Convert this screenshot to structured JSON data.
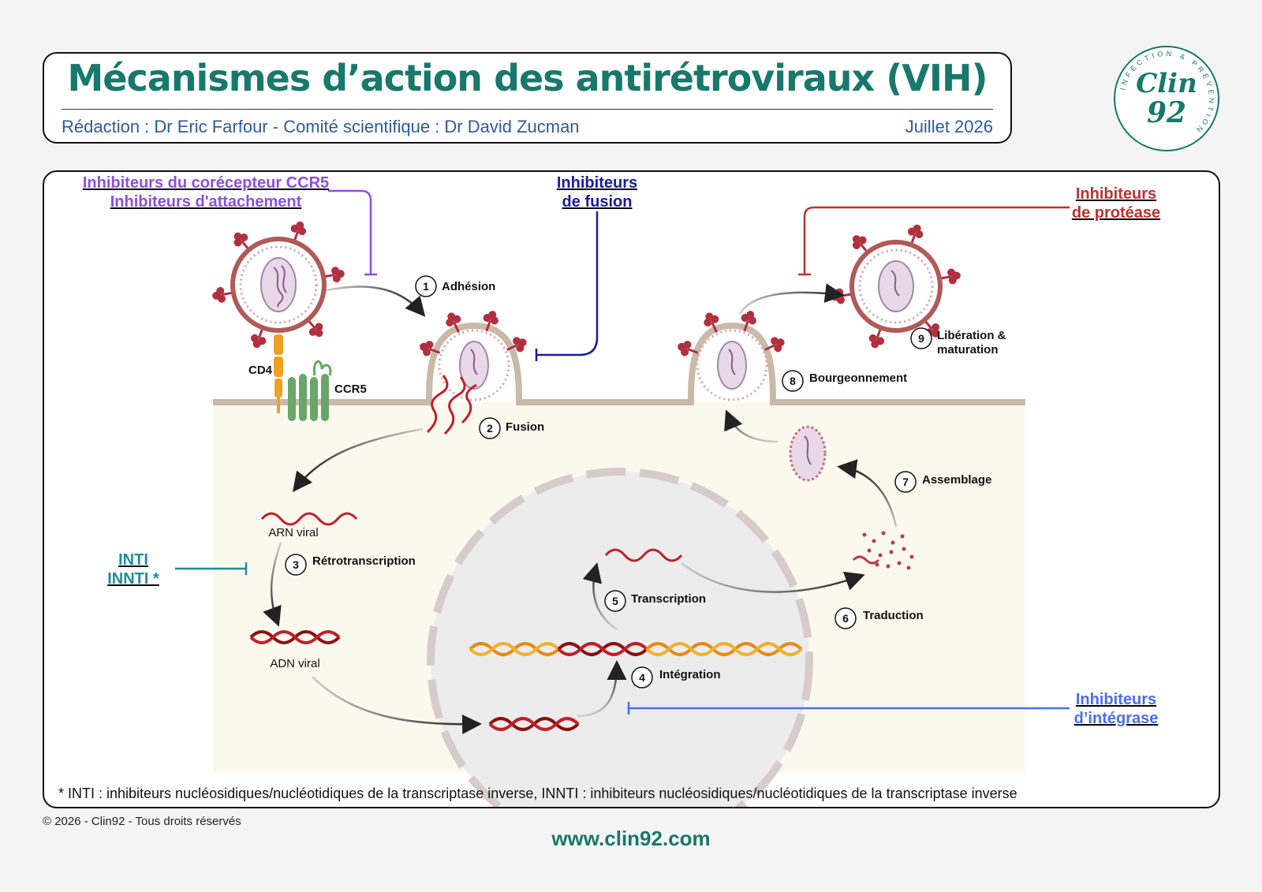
{
  "header": {
    "title": "Mécanismes d’action des antirétroviraux (VIH)",
    "credits": "Rédaction : Dr Eric Farfour - Comité scientifique : Dr David Zucman",
    "date": "Juillet 2026"
  },
  "logo": {
    "line1": "Clin",
    "line2": "92",
    "ring_text": "INFECTION & PRÉVENTION"
  },
  "inhibitors": {
    "ccr5_line1": "Inhibiteurs du corécepteur CCR5",
    "ccr5_line2": "Inhibiteurs d'attachement",
    "fusion_line1": "Inhibiteurs",
    "fusion_line2": "de fusion",
    "protease_line1": "Inhibiteurs",
    "protease_line2": "de protéase",
    "inti_line1": "INTI",
    "inti_line2": "INNTI *",
    "integrase_line1": "Inhibiteurs",
    "integrase_line2": "d’intégrase"
  },
  "steps": {
    "s1": {
      "num": "1",
      "label": "Adhésion"
    },
    "s2": {
      "num": "2",
      "label": "Fusion"
    },
    "s3": {
      "num": "3",
      "label": "Rétrotranscription"
    },
    "s4": {
      "num": "4",
      "label": "Intégration"
    },
    "s5": {
      "num": "5",
      "label": "Transcription"
    },
    "s6": {
      "num": "6",
      "label": "Traduction"
    },
    "s7": {
      "num": "7",
      "label": "Assemblage"
    },
    "s8": {
      "num": "8",
      "label": "Bourgeonnement"
    },
    "s9": {
      "num": "9",
      "label_line1": "Libération &",
      "label_line2": "maturation"
    }
  },
  "labels": {
    "cd4": "CD4",
    "ccr5": "CCR5",
    "arn": "ARN viral",
    "adn": "ADN viral"
  },
  "footnote": "* INTI : inhibiteurs nucléosidiques/nucléotidiques de la transcriptase inverse, INNTI : inhibiteurs nucléosidiques/nucléotidiques de la transcriptase inverse",
  "copyright": "© 2026 - Clin92 - Tous droits réservés",
  "website": "www.clin92.com",
  "colors": {
    "teal": "#17786b",
    "ccr5_purple": "#8b4fe0",
    "fusion_navy": "#1a1a9e",
    "protease_red": "#c03030",
    "inti_teal": "#1a8f9a",
    "integrase_blue": "#4a6ef0",
    "virus_red": "#b03040"
  }
}
